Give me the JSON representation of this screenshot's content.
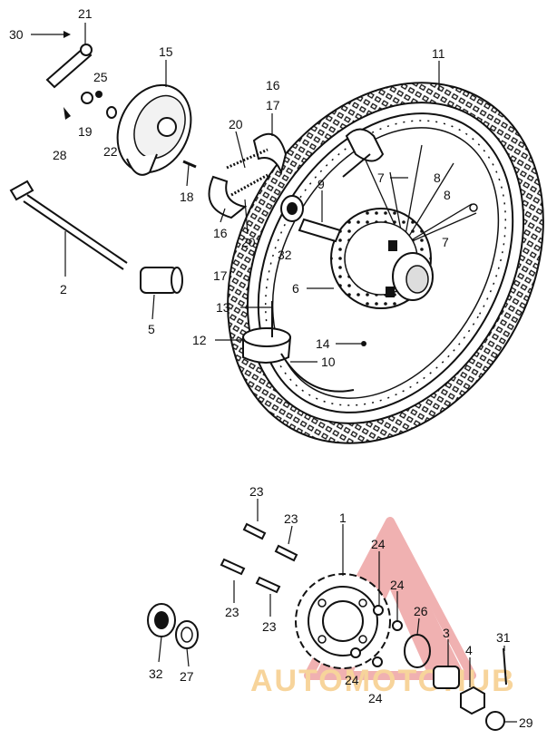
{
  "diagram": {
    "callout_numbers": {
      "n30": "30",
      "n21": "21",
      "n15": "15",
      "n25": "25",
      "n19": "19",
      "n22": "22",
      "n28": "28",
      "n16a": "16",
      "n17a": "17",
      "n20a": "20",
      "n18": "18",
      "n20b": "20",
      "n16b": "16",
      "n17b": "17",
      "n11": "11",
      "n7a": "7",
      "n8a": "8",
      "n8b": "8",
      "n7b": "7",
      "n9": "9",
      "n32a": "32",
      "n6": "6",
      "n2": "2",
      "n5": "5",
      "n13": "13",
      "n12": "12",
      "n14": "14",
      "n10": "10",
      "n23a": "23",
      "n23b": "23",
      "n23c": "23",
      "n23d": "23",
      "n1": "1",
      "n24a": "24",
      "n24b": "24",
      "n26": "26",
      "n24c": "24",
      "n24d": "24",
      "n3": "3",
      "n4": "4",
      "n31": "31",
      "n29": "29",
      "n32b": "32",
      "n27": "27"
    },
    "watermark": {
      "text": "AUTOMOTOHUB",
      "brand_color": "#e53935",
      "accent_color": "#f2b24a"
    }
  }
}
